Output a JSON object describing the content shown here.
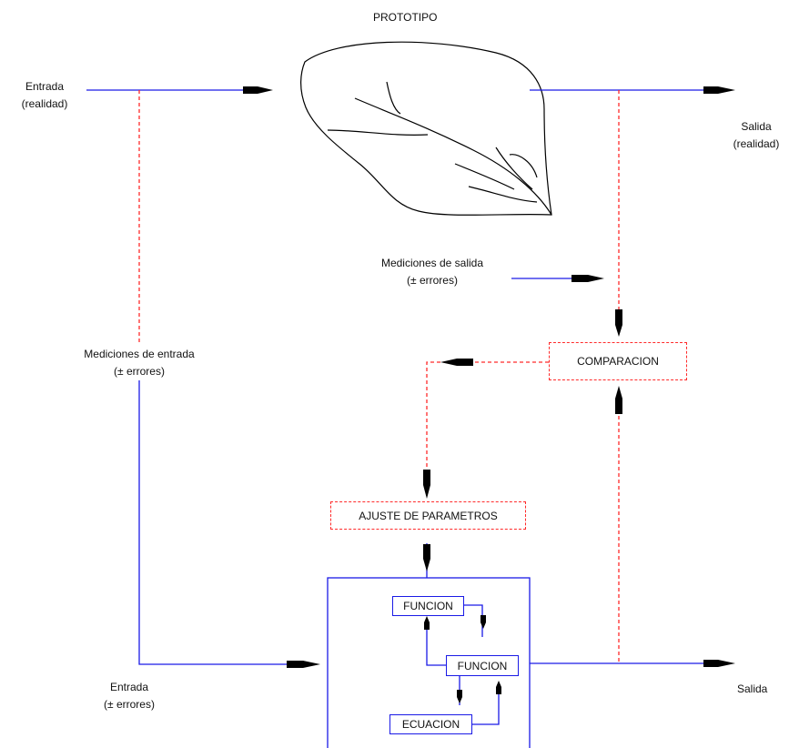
{
  "title": "PROTOTIPO",
  "labels": {
    "entrada_realidad_1": "Entrada",
    "entrada_realidad_2": "(realidad)",
    "salida_realidad_1": "Salida",
    "salida_realidad_2": "(realidad)",
    "mediciones_salida_1": "Mediciones de salida",
    "mediciones_salida_2": "(± errores)",
    "mediciones_entrada_1": "Mediciones de entrada",
    "mediciones_entrada_2": "(± errores)",
    "entrada_errores_1": "Entrada",
    "entrada_errores_2": "(± errores)",
    "salida": "Salida"
  },
  "boxes": {
    "comparacion": "COMPARACION",
    "ajuste": "AJUSTE DE PARAMETROS",
    "funcion_1": "FUNCION",
    "funcion_2": "FUNCION",
    "ecuacion": "ECUACION"
  },
  "colors": {
    "signal": "#1a1ae6",
    "measure": "#ff2a2a",
    "arrow": "#000000",
    "outline": "#000000"
  },
  "icons": {
    "prototype": "leaf-icon"
  }
}
